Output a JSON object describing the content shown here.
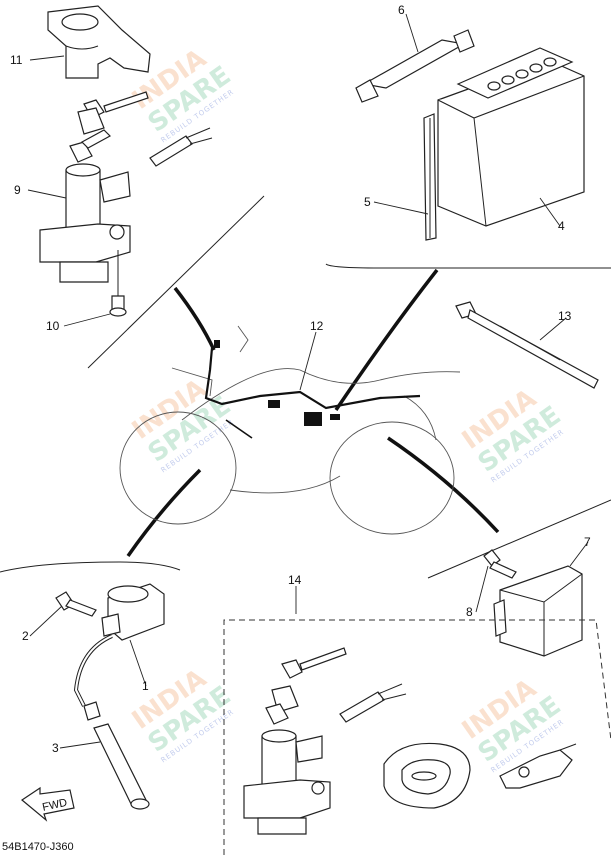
{
  "callouts": {
    "c1": "1",
    "c2": "2",
    "c3": "3",
    "c4": "4",
    "c5": "5",
    "c6": "6",
    "c7": "7",
    "c8": "8",
    "c9": "9",
    "c10": "10",
    "c11": "11",
    "c12": "12",
    "c13": "13",
    "c14": "14"
  },
  "drawing_code": "54B1470-J360",
  "fwd_label": "FWD",
  "watermark": {
    "line1": "INDIA",
    "line2": "SPARE",
    "tagline": "REBUILD TOGETHER"
  },
  "colors": {
    "ink": "#222222",
    "watermark_orange": "#f6c9a8",
    "watermark_green": "#a9dcc0",
    "watermark_blue": "#a9b7e6"
  }
}
